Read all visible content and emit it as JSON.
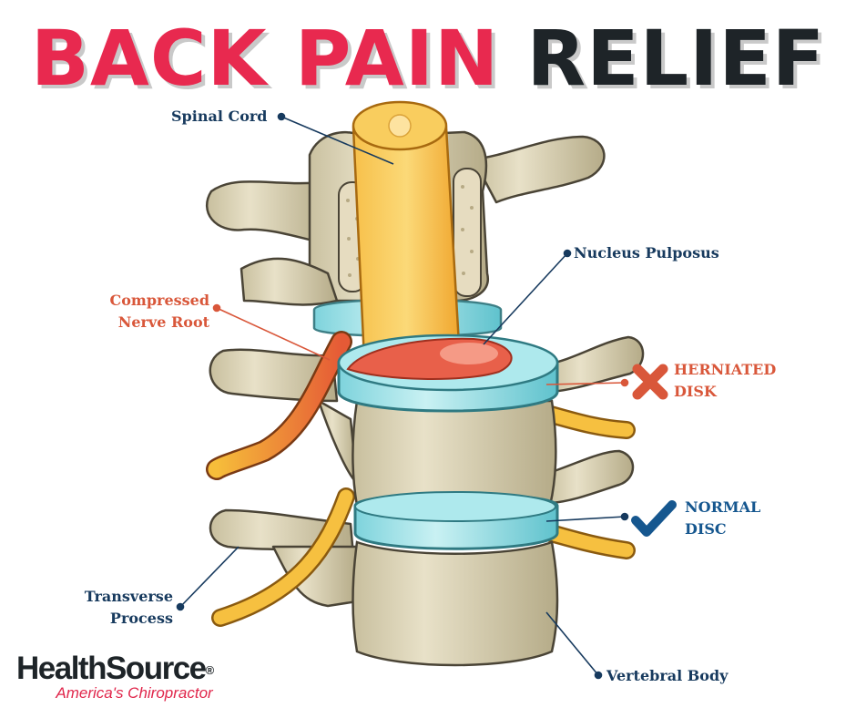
{
  "title": {
    "word1": "BACK PAIN",
    "word2": "RELIEF"
  },
  "labels": {
    "spinal_cord": "Spinal Cord",
    "nucleus_pulposus": "Nucleus Pulposus",
    "compressed_nerve_root_line1": "Compressed",
    "compressed_nerve_root_line2": "Nerve Root",
    "herniated_disk_line1": "HERNIATED",
    "herniated_disk_line2": "DISK",
    "normal_disc_line1": "NORMAL",
    "normal_disc_line2": "DISC",
    "transverse_process_line1": "Transverse",
    "transverse_process_line2": "Process",
    "vertebral_body": "Vertebral Body"
  },
  "brand": {
    "name": "HealthSource",
    "registered": "®",
    "tagline": "America's Chiropractor"
  },
  "colors": {
    "title_red": "#e8294f",
    "title_dark": "#1e2428",
    "label_navy": "#173a5e",
    "label_red": "#d9573a",
    "label_blue": "#16578f",
    "bone": "#d8cfb0",
    "disc": "#9fe0e6",
    "nerve": "#f5b534",
    "herniation": "#e8604a"
  },
  "icons": {
    "herniated": "x-mark-icon",
    "normal": "check-mark-icon"
  }
}
